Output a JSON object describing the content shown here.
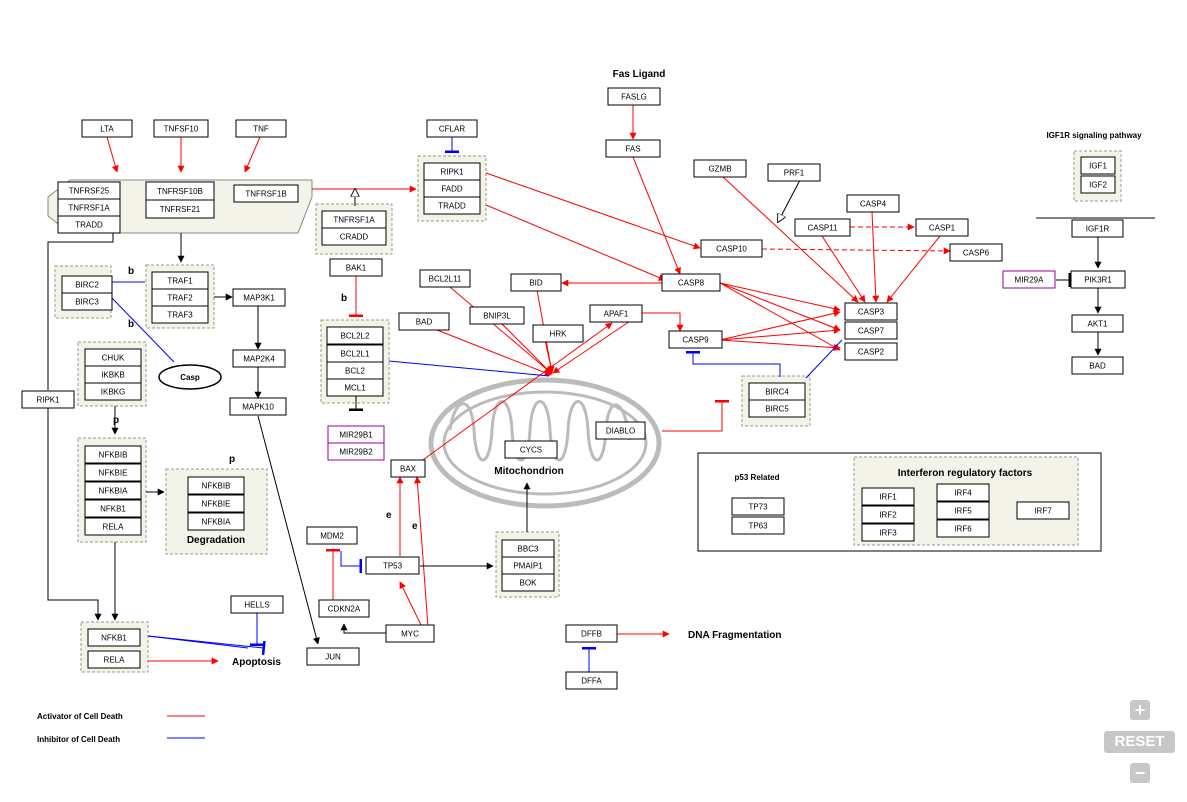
{
  "labels": {
    "fas_ligand": "Fas Ligand",
    "igf1r_pathway": "IGF1R signaling pathway",
    "mitochondrion": "Mitochondrion",
    "degradation": "Degradation",
    "apoptosis": "Apoptosis",
    "dna_fragmentation": "DNA Fragmentation",
    "p53_related": "p53 Related",
    "interferon_factors": "Interferon regulatory factors",
    "casp": "Casp",
    "b1": "b",
    "b2": "b",
    "b3": "b",
    "p1": "p",
    "p2": "p",
    "e1": "e",
    "e2": "e"
  },
  "nodes": {
    "LTA": "LTA",
    "TNFSF10": "TNFSF10",
    "TNF": "TNF",
    "TNFRSF25": "TNFRSF25",
    "TNFRSF1A_a": "TNFRSF1A",
    "TRADD_a": "TRADD",
    "TNFRSF10B": "TNFRSF10B",
    "TNFRSF21": "TNFRSF21",
    "TNFRSF1B": "TNFRSF1B",
    "TNFRSF1A_b": "TNFRSF1A",
    "CRADD": "CRADD",
    "CFLAR": "CFLAR",
    "RIPK1_a": "RIPK1",
    "FADD": "FADD",
    "TRADD_b": "TRADD",
    "FASLG": "FASLG",
    "FAS": "FAS",
    "GZMB": "GZMB",
    "PRF1": "PRF1",
    "CASP4": "CASP4",
    "CASP11": "CASP11",
    "CASP1": "CASP1",
    "CASP10": "CASP10",
    "CASP6": "CASP6",
    "BIRC2": "BIRC2",
    "BIRC3": "BIRC3",
    "TRAF1": "TRAF1",
    "TRAF2": "TRAF2",
    "TRAF3": "TRAF3",
    "MAP3K1": "MAP3K1",
    "BAK1": "BAK1",
    "BCL2L11": "BCL2L11",
    "BID": "BID",
    "CASP8": "CASP8",
    "BAD_a": "BAD",
    "BNIP3L": "BNIP3L",
    "HRK": "HRK",
    "APAF1": "APAF1",
    "CASP3": "CASP3",
    "CASP7": "CASP7",
    "CASP2": "CASP2",
    "CASP9": "CASP9",
    "BCL2L2": "BCL2L2",
    "BCL2L1": "BCL2L1",
    "BCL2": "BCL2",
    "MCL1": "MCL1",
    "CHUK": "CHUK",
    "IKBKB": "IKBKB",
    "IKBKG": "IKBKG",
    "MAP2K4": "MAP2K4",
    "MAPK10": "MAPK10",
    "RIPK1_b": "RIPK1",
    "BIRC4": "BIRC4",
    "BIRC5": "BIRC5",
    "MIR29B1": "MIR29B1",
    "MIR29B2": "MIR29B2",
    "DIABLO": "DIABLO",
    "CYCS": "CYCS",
    "BAX": "BAX",
    "NFKBIB_a": "NFKBIB",
    "NFKBIE_a": "NFKBIE",
    "NFKBIA_a": "NFKBIA",
    "NFKB1_a": "NFKB1",
    "RELA_a": "RELA",
    "NFKBIB_b": "NFKBIB",
    "NFKBIE_b": "NFKBIE",
    "NFKBIA_b": "NFKBIA",
    "MDM2": "MDM2",
    "TP53": "TP53",
    "BBC3": "BBC3",
    "PMAIP1": "PMAIP1",
    "BOK": "BOK",
    "CDKN2A": "CDKN2A",
    "MYC": "MYC",
    "HELLS": "HELLS",
    "NFKB1_b": "NFKB1",
    "RELA_b": "RELA",
    "JUN": "JUN",
    "DFFB": "DFFB",
    "DFFA": "DFFA",
    "IGF1": "IGF1",
    "IGF2": "IGF2",
    "IGF1R": "IGF1R",
    "MIR29A": "MIR29A",
    "PIK3R1": "PIK3R1",
    "AKT1": "AKT1",
    "BAD_b": "BAD",
    "TP73": "TP73",
    "TP63": "TP63",
    "IRF1": "IRF1",
    "IRF2": "IRF2",
    "IRF3": "IRF3",
    "IRF4": "IRF4",
    "IRF5": "IRF5",
    "IRF6": "IRF6",
    "IRF7": "IRF7"
  },
  "legend": {
    "activator": {
      "label": "Activator of Cell Death",
      "color": "#ff0000"
    },
    "inhibitor": {
      "label": "Inhibitor of Cell Death",
      "color": "#0000ff"
    }
  },
  "colors": {
    "mirna": "#990099",
    "group_fill": "#f3f3ea",
    "group_border": "#9a9a8a",
    "mito": "#bbbbbb"
  },
  "controls": {
    "zoom_in": "+",
    "reset": "RESET",
    "zoom_out": "−"
  }
}
